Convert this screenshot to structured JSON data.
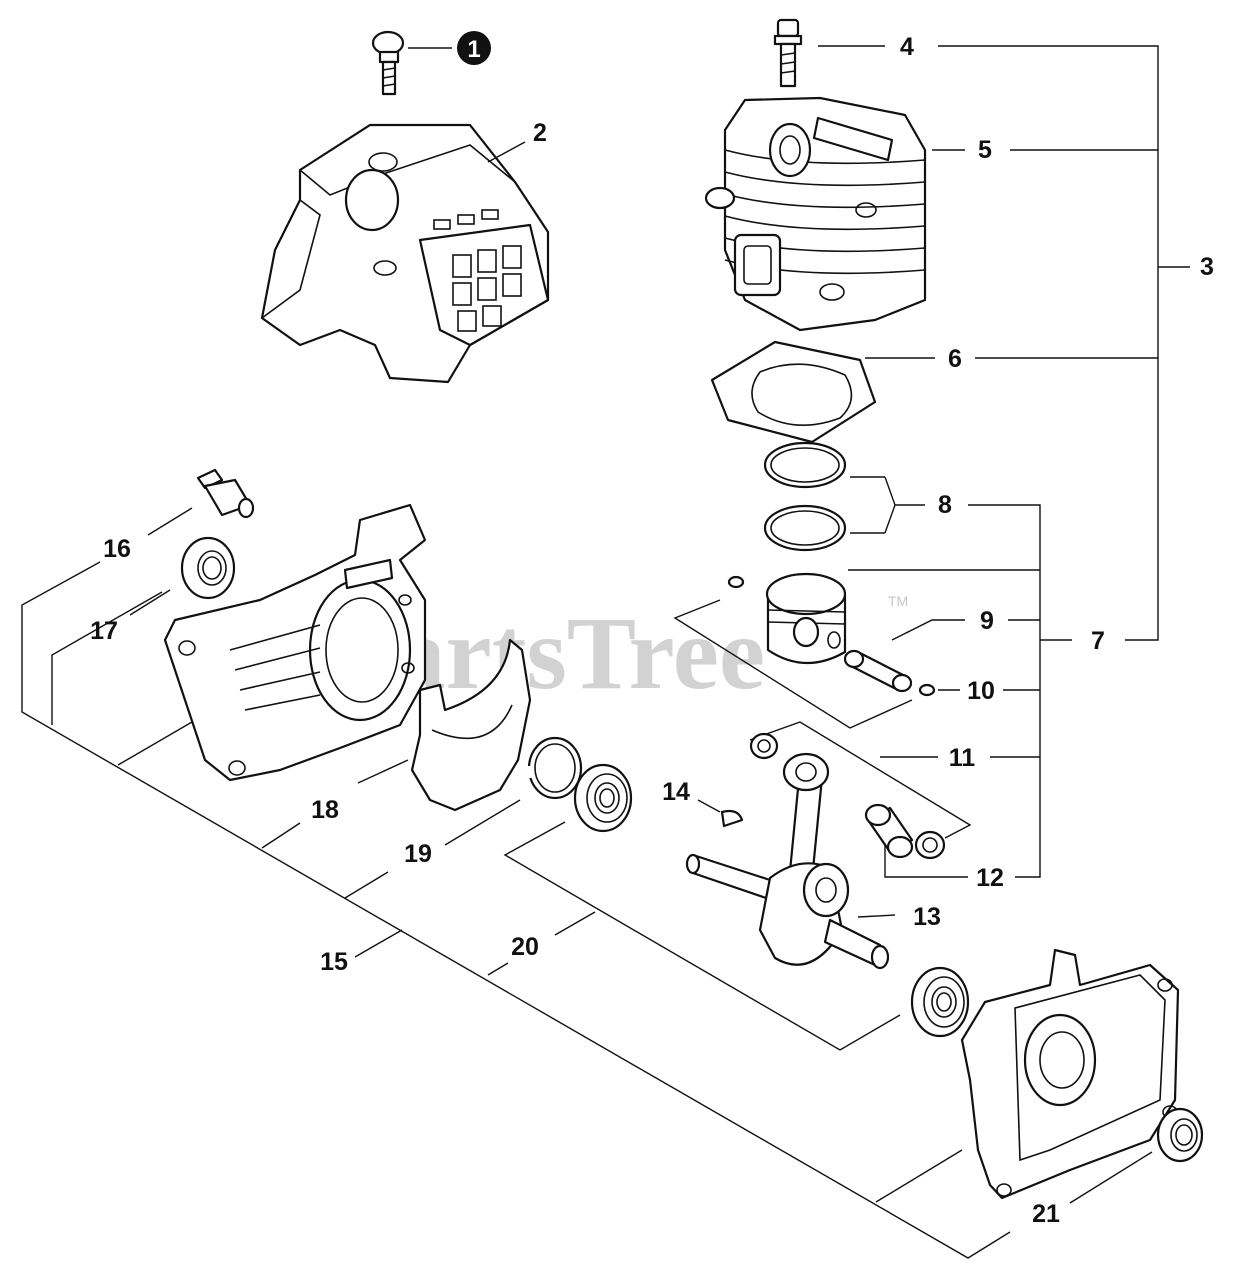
{
  "watermark": {
    "text": "PartsTree",
    "trademark": "TM"
  },
  "callouts": {
    "c1": "1",
    "c2": "2",
    "c3": "3",
    "c4": "4",
    "c5": "5",
    "c6": "6",
    "c7": "7",
    "c8": "8",
    "c9": "9",
    "c10": "10",
    "c11": "11",
    "c12": "12",
    "c13": "13",
    "c14": "14",
    "c15": "15",
    "c16": "16",
    "c17": "17",
    "c18": "18",
    "c19": "19",
    "c20": "20",
    "c21": "21"
  },
  "colors": {
    "ink": "#111111",
    "watermark": "#d2d2d2",
    "paper": "#ffffff"
  }
}
